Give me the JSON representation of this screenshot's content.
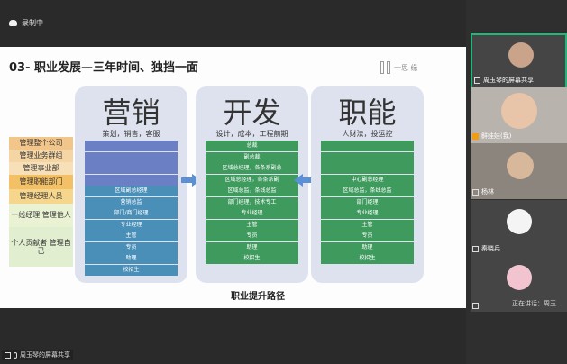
{
  "recording": {
    "label": "录制中"
  },
  "slide": {
    "title": "03- 职业发展—三年时间、独挡一面",
    "logo_text": "一思 缘",
    "bottom_label": "职业提升路径",
    "legend": [
      "管理整个公司",
      "管理业务群组",
      "管理事业部",
      "管理职能部门",
      "管理经理人员",
      "一线经理 管理他人",
      "个人贡献者 管理自己"
    ],
    "columns": [
      {
        "heading": "营销",
        "subtitle": "策划，销售，客服",
        "rows": [
          "",
          "",
          "",
          "",
          "区域副总经理",
          "营销总监",
          "部门/商门经理",
          "专业经理",
          "主管",
          "专员",
          "助理",
          "校招生"
        ]
      },
      {
        "heading": "开发",
        "subtitle": "设计，成本，工程前期",
        "rows": [
          "总裁",
          "副总裁",
          "区域总经理，各条系副总",
          "区域总经理，各条系副",
          "区域总监，条线总监",
          "部门经理，技术专工",
          "专业经理",
          "主管",
          "专员",
          "助理",
          "校招生"
        ]
      },
      {
        "heading": "职能",
        "subtitle": "人财法，投运控",
        "rows": [
          "",
          "",
          "",
          "中心副总经理",
          "区域总监，条线总监",
          "部门经理",
          "专业经理",
          "主管",
          "专员",
          "助理",
          "校招生"
        ]
      }
    ]
  },
  "share_tag": "周玉琴的屏幕共享",
  "participants": [
    {
      "name": "周玉琴的屏幕共享",
      "active": true
    },
    {
      "name": "鲜娃娃(我)",
      "active": false
    },
    {
      "name": "杨林",
      "active": false
    },
    {
      "name": "秦晓兵",
      "active": false
    },
    {
      "name": "",
      "active": false
    }
  ],
  "speaking_text": "正在讲话：周玉",
  "colors": {
    "active_border": "#1fb87a",
    "panel_bg": "#2f2f2f",
    "column_bg": "#dde2ee"
  }
}
